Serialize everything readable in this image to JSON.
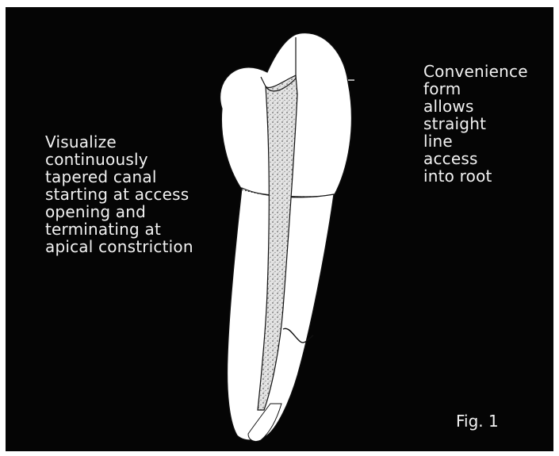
{
  "labels": {
    "left_text_lines": [
      "Visualize",
      "continuously",
      "tapered canal",
      "starting at access",
      "opening and",
      "terminating at",
      "apical constriction"
    ],
    "right_text_lines": [
      "Convenience",
      "form",
      "allows",
      "straight",
      "line",
      "access",
      "into root"
    ],
    "figure_caption": "Fig. 1"
  },
  "colors": {
    "background": "#050505",
    "tooth_fill": "#ffffff",
    "canal_fill": "#d9d9d9",
    "text": "#f2f2f2"
  }
}
